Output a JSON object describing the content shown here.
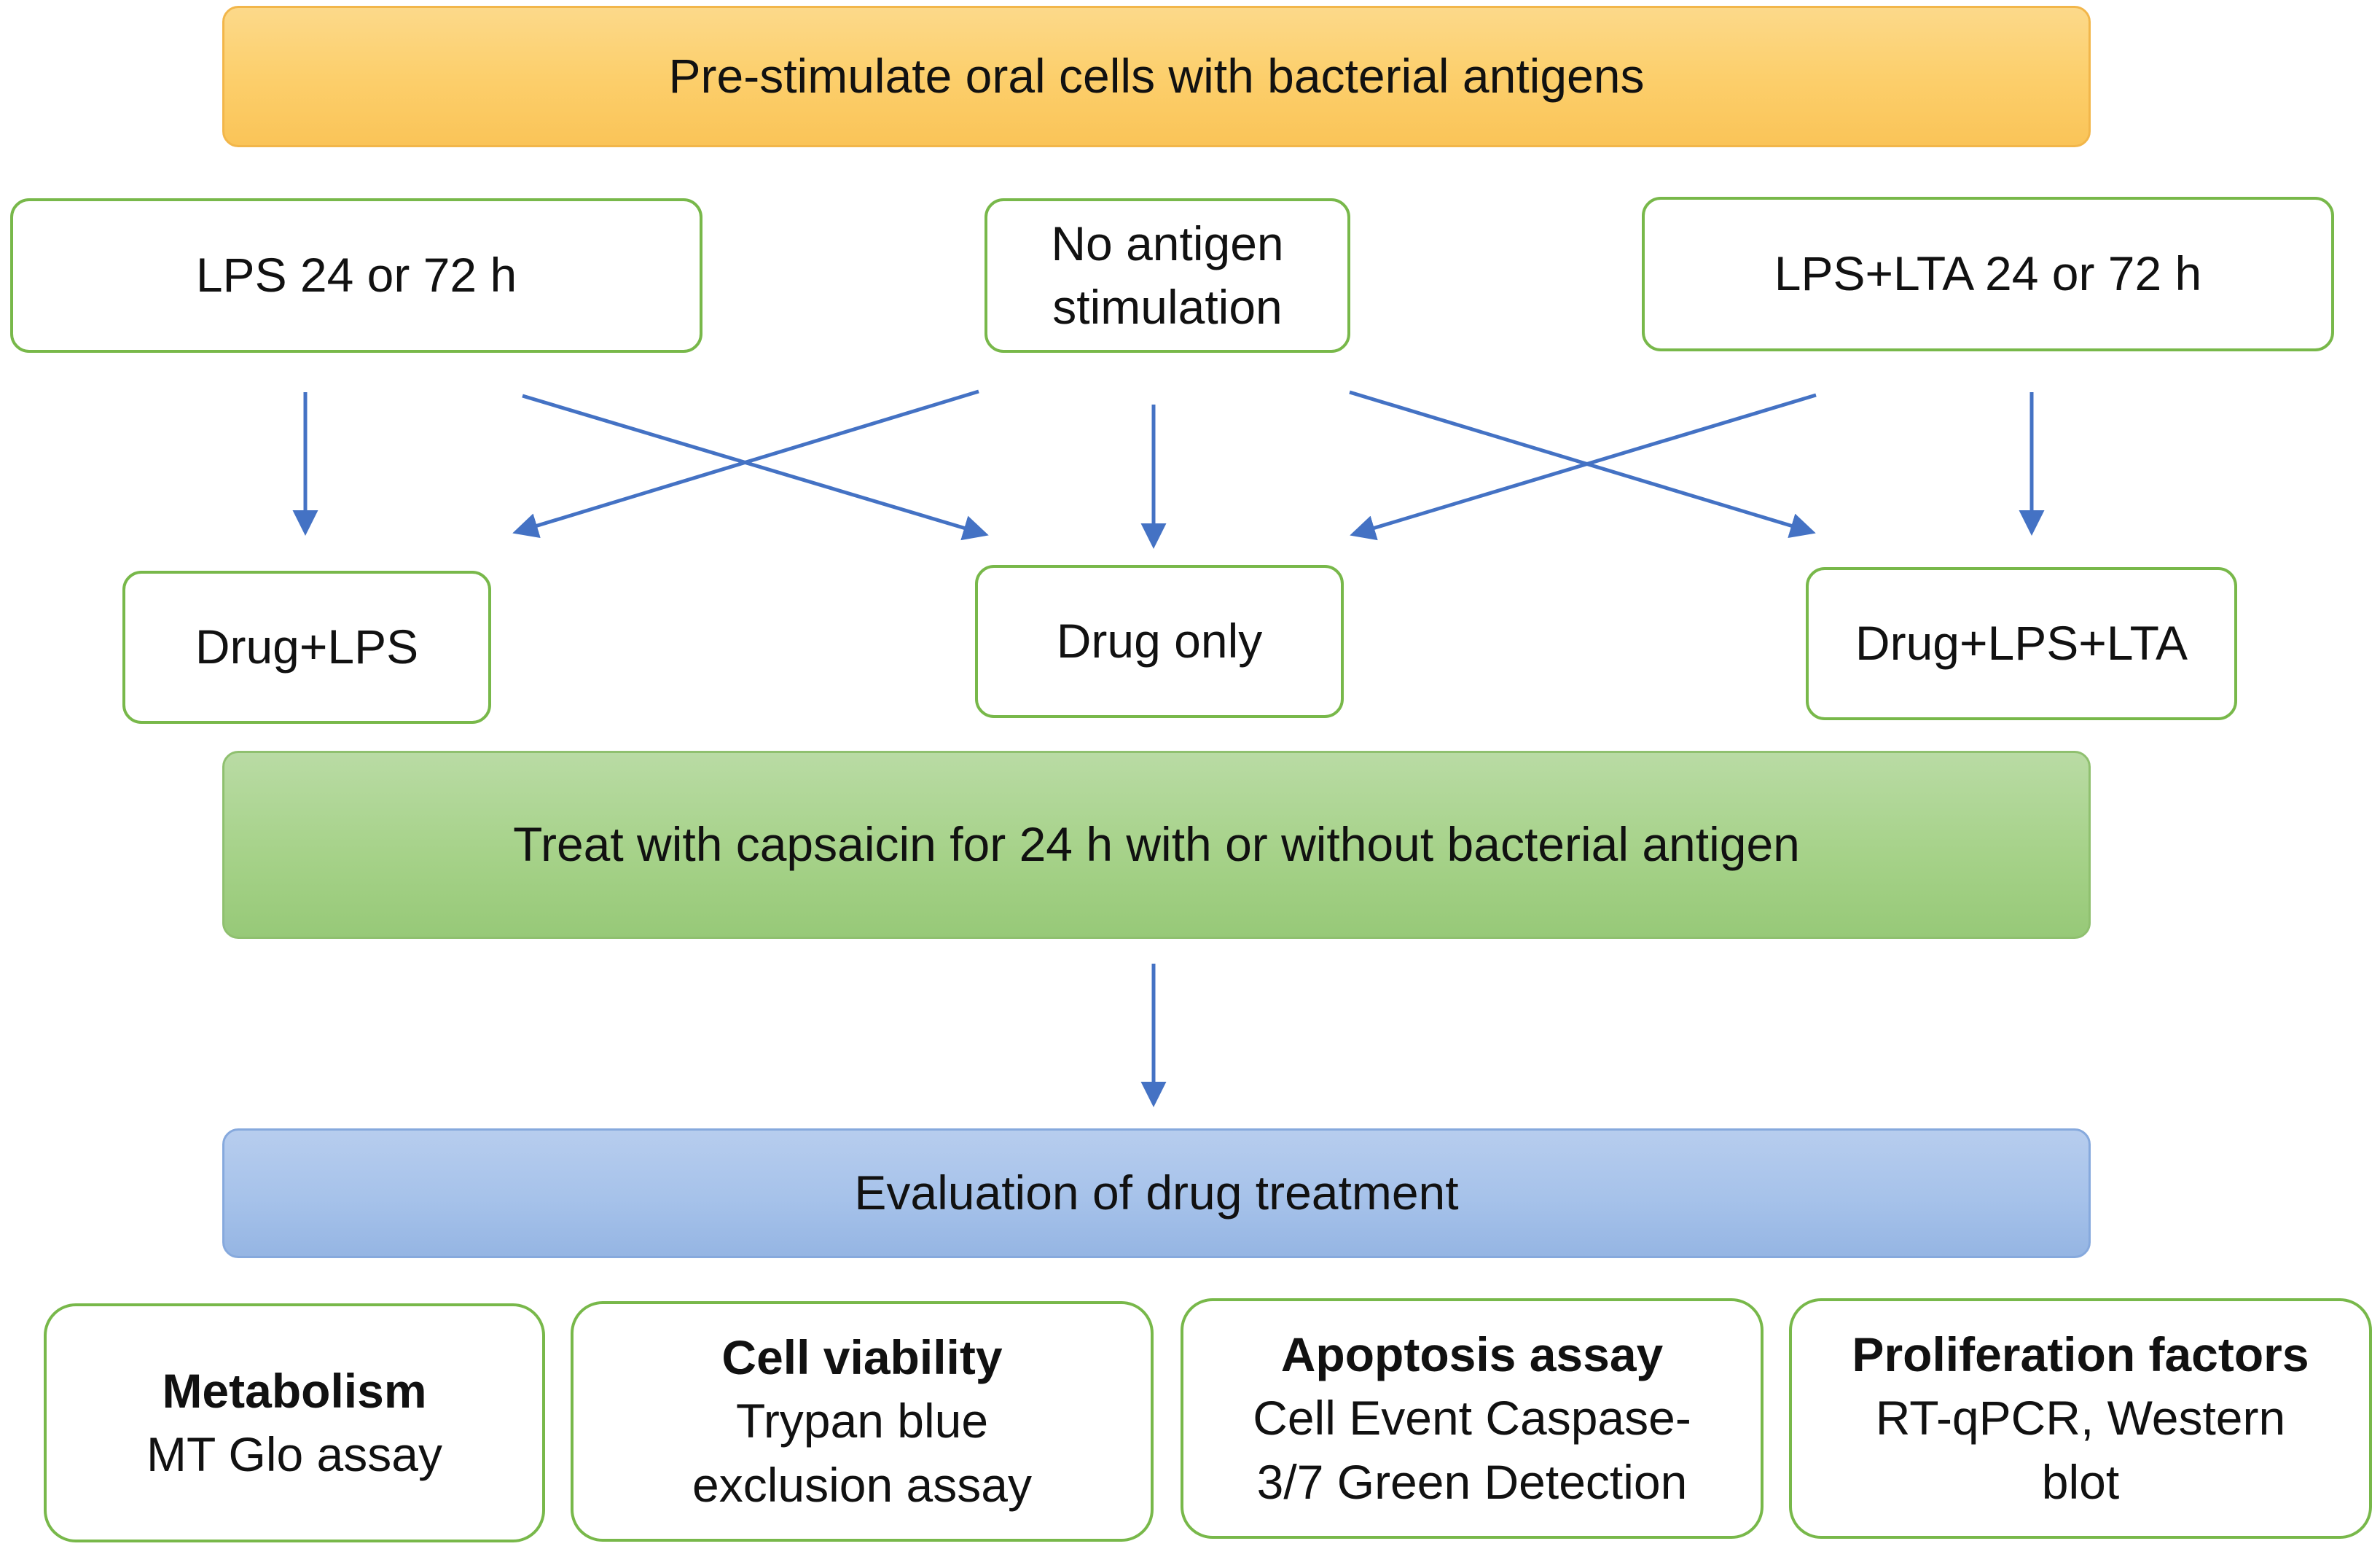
{
  "colors": {
    "arrow": "#4472c4",
    "box_border": "#78b84a",
    "top_banner": "#fccf6c",
    "middle_banner": "#a6d289",
    "bottom_banner": "#a6c2ea"
  },
  "banners": {
    "top": "Pre-stimulate oral cells with bacterial antigens",
    "middle": "Treat with capsaicin for 24 h with or without bacterial antigen",
    "bottom": "Evaluation of drug treatment"
  },
  "conditions": {
    "lps": "LPS 24 or 72 h",
    "none_line1": "No antigen",
    "none_line2": "stimulation",
    "lps_lta": "LPS+LTA 24 or 72 h"
  },
  "treatments": {
    "drug_lps": "Drug+LPS",
    "drug_only": "Drug only",
    "drug_lps_lta": "Drug+LPS+LTA"
  },
  "evaluations": [
    {
      "title": "Metabolism",
      "line1": "MT Glo assay",
      "line2": ""
    },
    {
      "title": "Cell viability",
      "line1": "Trypan blue",
      "line2": "exclusion assay"
    },
    {
      "title": "Apoptosis assay",
      "line1": "Cell Event Caspase-",
      "line2": "3/7 Green Detection"
    },
    {
      "title": "Proliferation factors",
      "line1": "RT-qPCR, Western",
      "line2": "blot"
    }
  ]
}
